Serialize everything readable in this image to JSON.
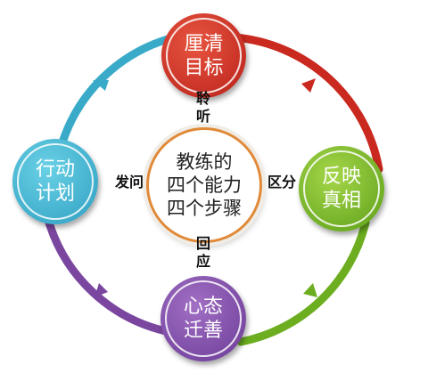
{
  "center": {
    "label": "教练的\n四个能力\n四个步骤"
  },
  "nodes": {
    "top": {
      "label": "厘清\n目标",
      "color": "#c9291f"
    },
    "right": {
      "label": "反映\n真相",
      "color": "#6cae20"
    },
    "bottom": {
      "label": "心态\n迁善",
      "color": "#7b469f"
    },
    "left": {
      "label": "行动\n计划",
      "color": "#3aaac9"
    }
  },
  "steps": {
    "top": "聆\n听",
    "right": "区分",
    "bottom": "回\n应",
    "left": "发问"
  },
  "colors": {
    "arc_top_right": "#c9291f",
    "arc_right_bottom": "#6cae20",
    "arc_bottom_left": "#7b469f",
    "arc_left_top": "#3aaac9",
    "center_border": "#e08a39"
  }
}
